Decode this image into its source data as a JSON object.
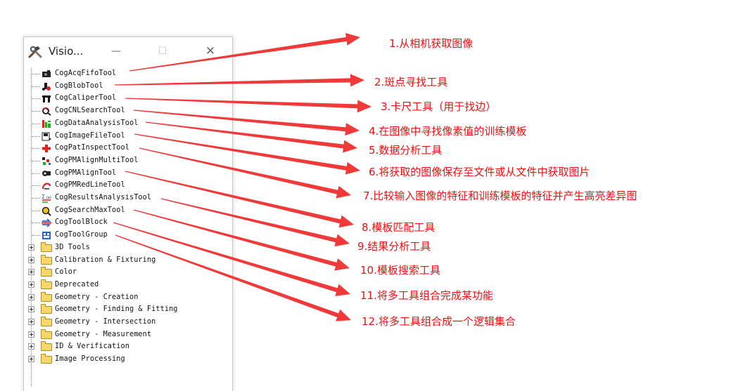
{
  "window": {
    "title": "Visio...",
    "min_glyph": "—",
    "max_glyph": "☐",
    "close_glyph": "✕"
  },
  "tools": [
    {
      "label": "CogAcqFifoTool",
      "icon": "camera-icon"
    },
    {
      "label": "CogBlobTool",
      "icon": "blob-icon"
    },
    {
      "label": "CogCaliperTool",
      "icon": "caliper-icon"
    },
    {
      "label": "CogCNLSearchTool",
      "icon": "cnl-search-icon"
    },
    {
      "label": "CogDataAnalysisTool",
      "icon": "data-analysis-icon"
    },
    {
      "label": "CogImageFileTool",
      "icon": "image-file-icon"
    },
    {
      "label": "CogPatInspectTool",
      "icon": "pat-inspect-icon"
    },
    {
      "label": "CogPMAlignMultiTool",
      "icon": "pm-align-multi-icon"
    },
    {
      "label": "CogPMAlignTool",
      "icon": "pm-align-icon"
    },
    {
      "label": "CogPMRedLineTool",
      "icon": "pm-redline-icon"
    },
    {
      "label": "CogResultsAnalysisTool",
      "icon": "results-analysis-icon"
    },
    {
      "label": "CogSearchMaxTool",
      "icon": "search-max-icon"
    },
    {
      "label": "CogToolBlock",
      "icon": "tool-block-icon"
    },
    {
      "label": "CogToolGroup",
      "icon": "tool-group-icon"
    }
  ],
  "groups": [
    "3D Tools",
    "Calibration & Fixturing",
    "Color",
    "Deprecated",
    "Geometry - Creation",
    "Geometry - Finding & Fitting",
    "Geometry - Intersection",
    "Geometry - Measurement",
    "ID & Verification",
    "Image Processing"
  ],
  "annotations": [
    "1.从相机获取图像",
    "2.斑点寻找工具",
    "3.卡尺工具（用于找边）",
    "4.在图像中寻找像素值的训练模板",
    "5.数据分析工具",
    "6.将获取的图像保存至文件或从文件中获取图片",
    "7.比较输入图像的特征和训练模板的特征并产生高亮差异图",
    "8.模板匹配工具",
    "9.结果分析工具",
    "10.模板搜索工具",
    "11.将多工具组合完成某功能",
    "12.将多工具组合成一个逻辑集合"
  ],
  "colors": {
    "annotation": "#ee1111",
    "arrow": "#f03a3a"
  }
}
